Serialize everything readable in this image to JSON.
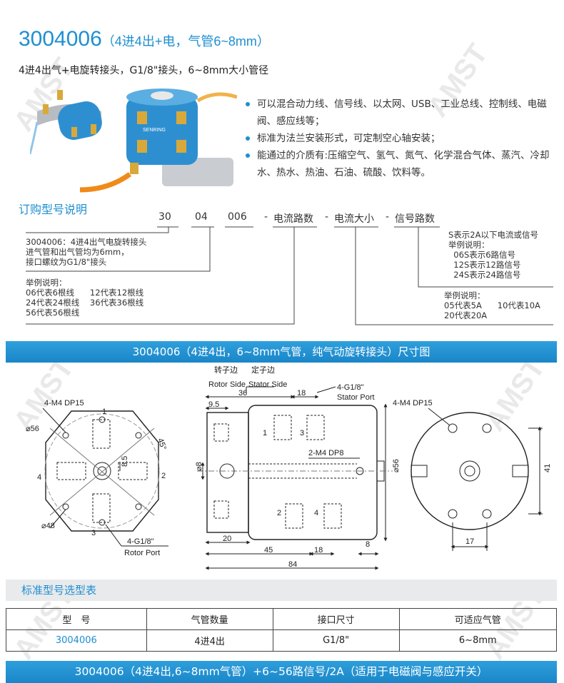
{
  "header": {
    "model": "3004006",
    "model_suffix": "（4进4出+电，气管6~8mm）",
    "subtitle": "4进4出气+电旋转接头，G1/8\"接头，6~8mm大小管径"
  },
  "features": [
    "可以混合动力线、信号线、以太网、USB、工业总线、控制线、电磁阀、感应线等；",
    "标准为法兰安装形式，可定制空心轴安装；",
    "能通过的介质有:压缩空气、氢气、氮气、化学混合气体、蒸汽、冷却水、热水、热油、石油、硫酸、饮料等。"
  ],
  "product_image": {
    "brand_label": "SENRING"
  },
  "ordering": {
    "heading": "订购型号说明",
    "code_parts": [
      "30",
      "04",
      "006",
      "-",
      "电流路数",
      "-",
      "电流大小",
      "-",
      "信号路数"
    ],
    "model_note": "3004006：4进4出气电旋转接头\n进气管和出气管均为6mm，\n接口螺纹为G1/8\"接头",
    "circuits_note": "举例说明：\n06代表6根线      12代表12根线\n24代表24根线    36代表36根线\n56代表56根线",
    "signal_note": "S表示2A以下电流或信号\n举例说明：\n  06S表示6路信号\n  12S表示12路信号\n  24S表示24路信号",
    "current_note": "举例说明：\n05代表5A      10代表10A\n20代表20A"
  },
  "drawing_section": {
    "title": "3004006（4进4出，6~8mm气管，纯气动旋转接头）尺寸图",
    "left_view": {
      "label_m4": "4-M4 DP15",
      "dia56": "⌀56",
      "dia48": "⌀48",
      "angle": "45°",
      "dim_8_5": "8.5",
      "ports": [
        "1",
        "2",
        "3",
        "4"
      ],
      "port_label": "4-G1/8\"",
      "port_sub": "Rotor Port"
    },
    "side_view": {
      "rotor_side": "转子边",
      "rotor_side_en": "Rotor Side",
      "stator_side": "定子边",
      "stator_side_en": "Stator Side",
      "dim_36": "36",
      "dim_18_top": "18",
      "dim_9_5": "9.5",
      "stator_port": "4-G1/8\"",
      "stator_port_en": "Stator Port",
      "m4_dp8": "2-M4 DP8",
      "dia8": "⌀8",
      "dia56": "⌀56",
      "dim_20": "20",
      "dim_45": "45",
      "dim_18_bottom": "18",
      "dim_8": "8",
      "dim_84": "84",
      "ports_top": [
        "1",
        "3"
      ],
      "ports_bottom": [
        "2",
        "4"
      ]
    },
    "right_view": {
      "label_m4": "4-M4 DP15",
      "dim_41": "41",
      "dim_17": "17"
    }
  },
  "selection_table": {
    "heading": "标准型号选型表",
    "columns": [
      "型　号",
      "气管数量",
      "接口尺寸",
      "可适应气管"
    ],
    "rows": [
      [
        "3004006",
        "4进4出",
        "G1/8\"",
        "6~8mm"
      ]
    ]
  },
  "footer_bar": {
    "title": "3004006（4进4出,6~8mm气管）+6~56路信号/2A（适用于电磁阀与感应开关）"
  },
  "watermark": "AMST",
  "colors": {
    "accent": "#1e8fd0",
    "bar": "#2f9fdc",
    "gray_bar": "#e9eaec",
    "product_body": "#2e8fd0",
    "fitting": "#d8a93a",
    "tube": "#f08a1a"
  }
}
